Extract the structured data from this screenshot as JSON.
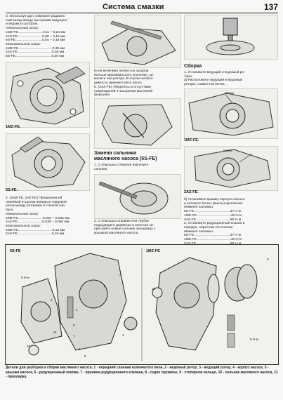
{
  "header": {
    "title": "Система смазки",
    "page": "137"
  },
  "left_col": {
    "lines": [
      "3. Используя щуп, измерьте радиаль-",
      "ный зазор между выступами ведущего",
      "и ведомого роторов.",
      "Номинальный зазор:",
      "1MZ-FE..........................0,11 – 0,24 мм",
      "2AZ-FE..........................0,08 – 0,16 мм",
      "5S-FE............................0,04 – 0,16 мм",
      "Максимальный зазор:",
      "1MZ-FE....................................0,35 мм",
      "2AZ-FE....................................0,35 мм",
      "5S-FE......................................0,20 мм"
    ],
    "fig_label_1": "1MZ-FE.",
    "fig_label_2": "5S-FE.",
    "p4": [
      "4. (1MZ-FE, 2AZ-FE) Прецизионной",
      "линейкой и щупом измерьте торцевой",
      "зазор между роторами и стенкой кор-",
      "пуса."
    ],
    "nominal_title": "Номинальный зазор:",
    "nominal": [
      "1MZ-FE..........................0,030 – 0,085 мм",
      "2AZ-FE..........................0,030 – 0,090 мм"
    ],
    "max_title": "Максимальный зазор:",
    "max": [
      "1MZ-FE....................................0,15 мм",
      "2AZ-FE....................................0,15 мм"
    ]
  },
  "mid_col": {
    "p_top": [
      "Если величина любого из зазоров",
      "больше максимального значения, за-",
      "мените оба ротора. В случае необхо-",
      "димости замените весь насос.",
      "5. (2AZ-FE) Убедитесь в отсутствии",
      "повреждений и засорения масляной",
      "форсунки."
    ],
    "section_title": [
      "Замена сальника",
      "масляного насоса (5S-FE)"
    ],
    "p1": [
      "1. С помощью отвертки извлеките",
      "сальник."
    ],
    "p2": [
      "2. С помощью оправки или трубки",
      "подходящего диаметра и молотка за-",
      "прессуйте новый сальник заподлицо с",
      "крышкой масляного насоса."
    ]
  },
  "right_col": {
    "section_title": "Сборка",
    "p1": [
      "1. Установите ведущий и ведомый ро-",
      "торы.",
      "а) Расположите ведущий и ведомый",
      "роторы, совместив метки."
    ],
    "label_marks": "Метки",
    "label_marks2": "Метки",
    "fig_label_1": "1MZ-FE.",
    "fig_label_2": "2AZ-FE.",
    "p_b": [
      "б) Установите крышку корпуса насоса",
      "и затяните болты (винты) крепления."
    ],
    "torque_title": "Момент затяжки:",
    "torque": [
      "5S-FE......................................37 Н·м",
      "1MZ-FE....................................49 Н·м",
      "2AZ-FE....................................50 Н·м"
    ],
    "p2": [
      "2. Установите редукционный клапан в",
      "порядке, обратном его снятию."
    ],
    "torque_title_2": "Момент затяжки:",
    "torque_2": [
      "5S-FE......................................37 Н·м",
      "1MZ-FE....................................49 Н·м",
      "2AZ-FE....................................50 Н·м"
    ]
  },
  "bottom": {
    "label_left": "5S-FE",
    "label_right": "1MZ-FE",
    "torque_left_a": "9 Н·м",
    "torque_left_b": "10",
    "torque_right_a": "5",
    "torque_right_b": "9 Н·м",
    "callouts": [
      "1",
      "2",
      "3",
      "4",
      "5",
      "6",
      "7",
      "8",
      "9",
      "10",
      "11"
    ]
  },
  "caption": "Детали для разборки и сборки масляного насоса. 1 - передний сальник коленчатого вала, 2 - ведомый ротор, 3 - ведущий ротор, 4 - корпус насоса, 5 - крышка насоса, 6 - редукционный клапан, 7 - пружина редукционного клапана, 8 - седло пружины, 9 - стопорное кольцо, 10 - сальник масляного насоса, 11 - прокладка."
}
